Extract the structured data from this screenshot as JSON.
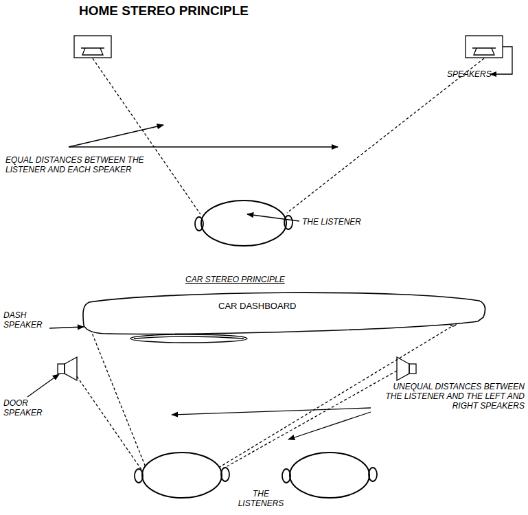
{
  "diagram": {
    "title": "HOME STEREO PRINCIPLE",
    "nodes": [
      {
        "text": [
          "CAR DASHBOARD"
        ]
      }
    ],
    "labels": [
      "SPEAKERS",
      "EQUAL DISTANCES BETWEEN THE LISTENER AND EACH SPEAKER",
      "THE LISTENER",
      "CAR STEREO PRINCIPLE",
      "DASH SPEAKER",
      "DOOR SPEAKER",
      "UNEQUAL DISTANCES BETWEEN THE LISTENER AND THE LEFT AND RIGHT SPEAKERS",
      "THE LISTENERS"
    ]
  }
}
